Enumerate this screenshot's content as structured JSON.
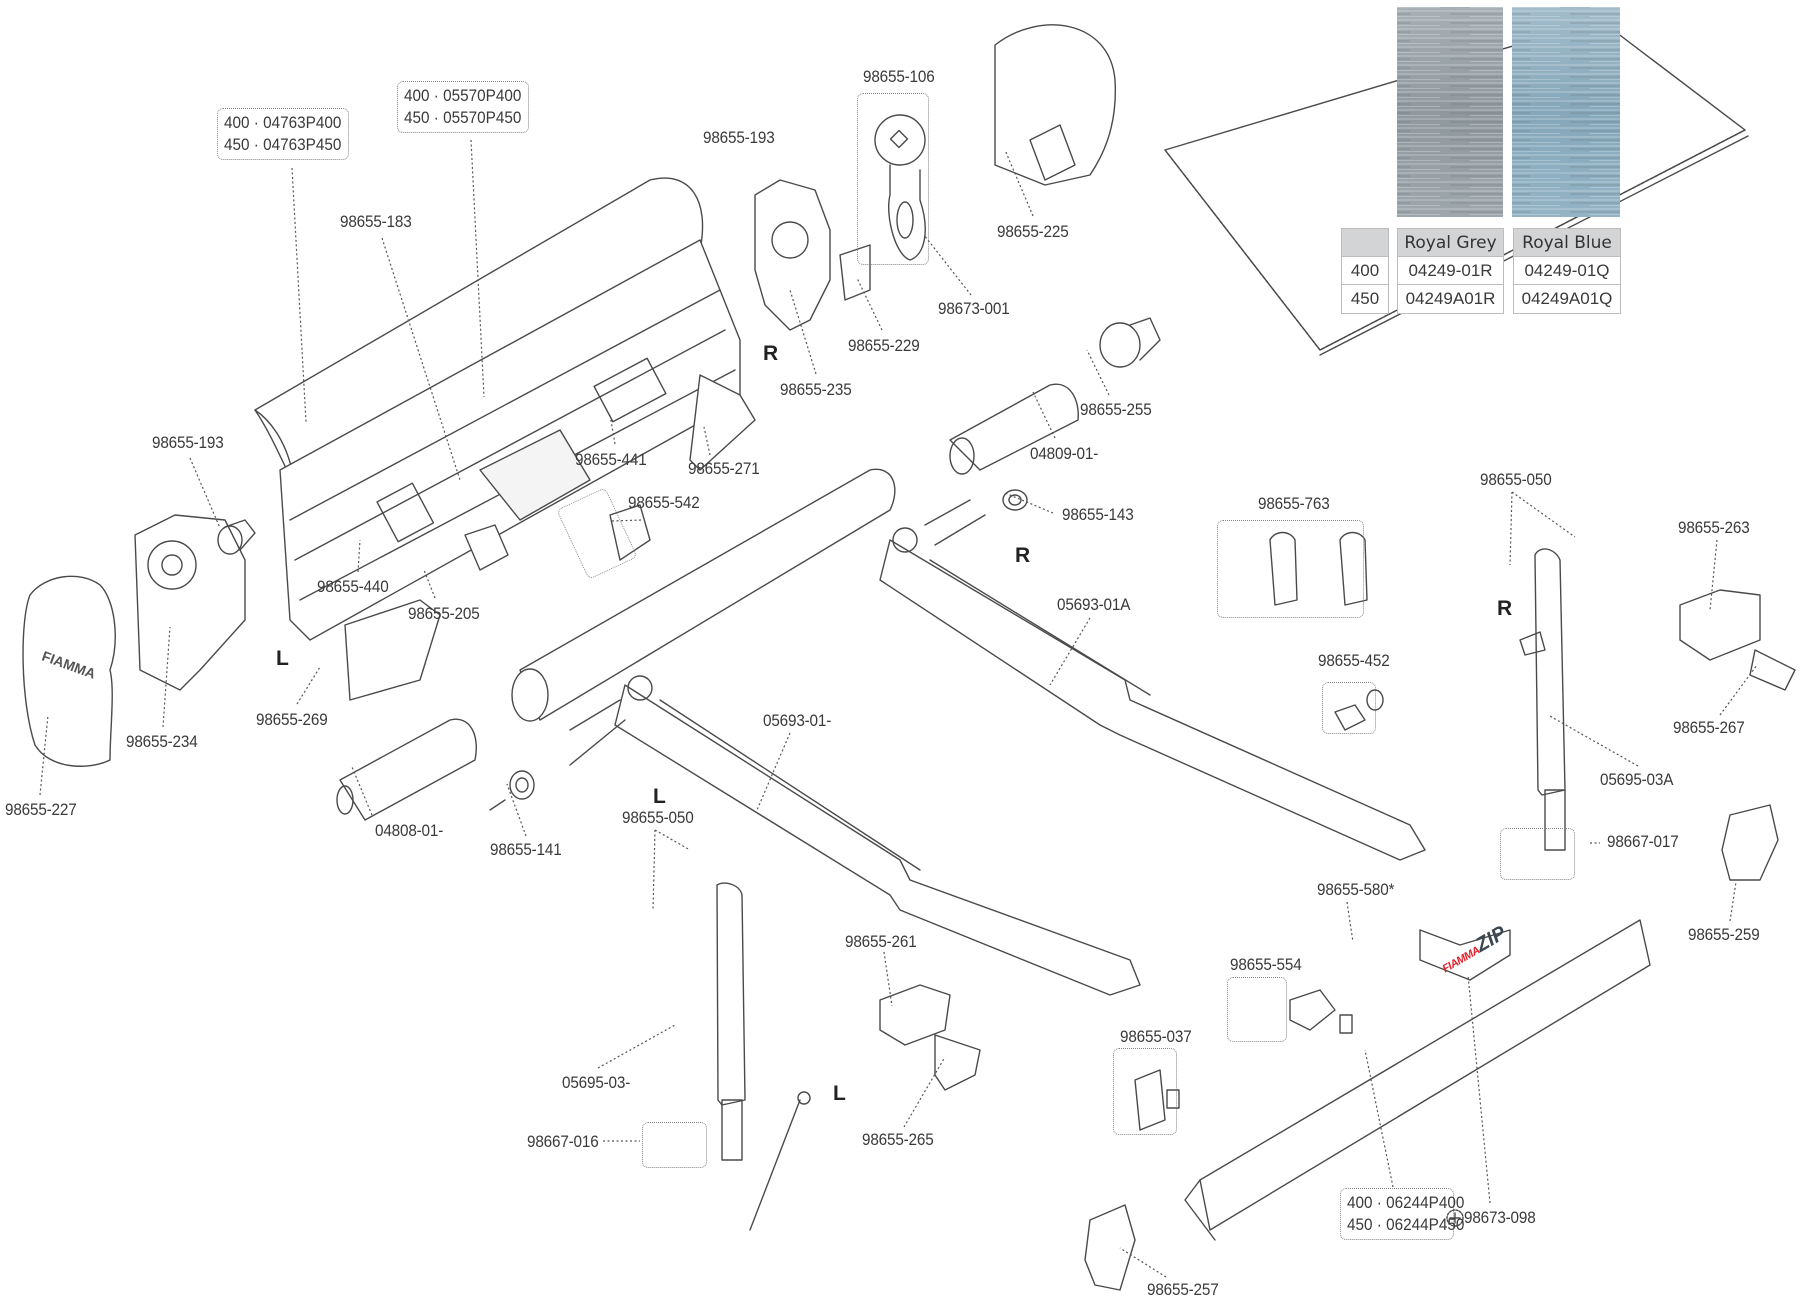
{
  "title": "Fiamma F45 ZIP awning exploded parts diagram",
  "side_markers": {
    "left": "L",
    "right": "R"
  },
  "fabric_table": {
    "header": [
      "",
      "Royal Grey",
      "Royal Blue"
    ],
    "rows": [
      [
        "400",
        "04249-01R",
        "04249-01Q"
      ],
      [
        "450",
        "04249A01R",
        "04249A01Q"
      ]
    ],
    "swatch_colors": {
      "royal_grey": "#9aa3a8",
      "royal_blue": "#8fb0c4"
    }
  },
  "size_variant_boxes": [
    {
      "id": "cover",
      "lines": [
        "400 · 04763P400",
        "450 · 04763P450"
      ]
    },
    {
      "id": "profile",
      "lines": [
        "400 · 05570P400",
        "450 · 05570P450"
      ]
    },
    {
      "id": "front-bar",
      "lines": [
        "400 · 06244P400",
        "450 · 06244P450"
      ]
    }
  ],
  "kit_boxes": [
    {
      "id": "98655-106",
      "label": "98655-106"
    },
    {
      "id": "98655-542",
      "label": "98655-542"
    },
    {
      "id": "98655-763",
      "label": "98655-763"
    },
    {
      "id": "98655-452",
      "label": "98655-452"
    },
    {
      "id": "98667-017",
      "label": "98667-017"
    },
    {
      "id": "98667-016",
      "label": "98667-016"
    },
    {
      "id": "98655-554",
      "label": "98655-554"
    },
    {
      "id": "98655-037",
      "label": "98655-037"
    }
  ],
  "part_labels": {
    "p_98655_183": "98655-183",
    "p_98655_193_left": "98655-193",
    "p_98655_193_right": "98655-193",
    "p_98655_234": "98655-234",
    "p_98655_227": "98655-227",
    "p_98655_440": "98655-440",
    "p_98655_441": "98655-441",
    "p_98655_205": "98655-205",
    "p_98655_269": "98655-269",
    "p_98655_271": "98655-271",
    "p_98655_235": "98655-235",
    "p_98655_229": "98655-229",
    "p_98673_001": "98673-001",
    "p_98655_225": "98655-225",
    "p_98655_255": "98655-255",
    "p_04809_01": "04809-01-",
    "p_04808_01": "04808-01-",
    "p_98655_143": "98655-143",
    "p_98655_141": "98655-141",
    "p_05693_01A": "05693-01A",
    "p_05693_01": "05693-01-",
    "p_98655_050_left": "98655-050",
    "p_98655_050_right": "98655-050",
    "p_05695_03": "05695-03-",
    "p_05695_03A": "05695-03A",
    "p_98655_263": "98655-263",
    "p_98655_267": "98655-267",
    "p_98655_259": "98655-259",
    "p_98655_261": "98655-261",
    "p_98655_265": "98655-265",
    "p_98655_580": "98655-580*",
    "p_98655_257": "98655-257",
    "p_98673_098": "98673-098"
  },
  "brand": {
    "fiamma": "FIAMMA",
    "zip": "ZIP",
    "fiamma_color": "#e3202a",
    "zip_color": "#3b4750"
  }
}
